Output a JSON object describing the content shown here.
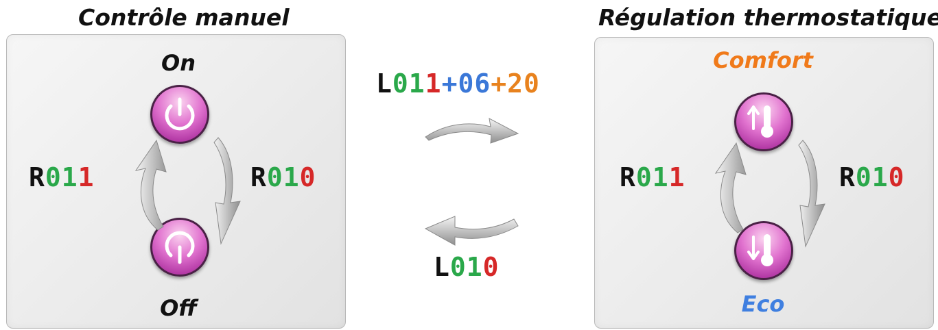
{
  "titles": {
    "left": "Contrôle manuel",
    "right": "Régulation thermostatique"
  },
  "manual": {
    "top_state": "On",
    "bottom_state": "Off",
    "left_code": [
      {
        "t": "R",
        "c": "#111111"
      },
      {
        "t": "0",
        "c": "#2aa84a"
      },
      {
        "t": "1",
        "c": "#2aa84a"
      },
      {
        "t": "1",
        "c": "#d62828"
      }
    ],
    "right_code": [
      {
        "t": "R",
        "c": "#111111"
      },
      {
        "t": "0",
        "c": "#2aa84a"
      },
      {
        "t": "1",
        "c": "#2aa84a"
      },
      {
        "t": "0",
        "c": "#d62828"
      }
    ],
    "top_icon": "power-icon",
    "bottom_icon": "power-off-icon"
  },
  "middle": {
    "top_code": [
      {
        "t": "L",
        "c": "#111111"
      },
      {
        "t": "0",
        "c": "#2aa84a"
      },
      {
        "t": "1",
        "c": "#2aa84a"
      },
      {
        "t": "1",
        "c": "#d62828"
      },
      {
        "t": "+",
        "c": "#3b78d8"
      },
      {
        "t": "0",
        "c": "#3b78d8"
      },
      {
        "t": "6",
        "c": "#3b78d8"
      },
      {
        "t": "+",
        "c": "#e8821e"
      },
      {
        "t": "2",
        "c": "#e8821e"
      },
      {
        "t": "0",
        "c": "#e8821e"
      }
    ],
    "bottom_code": [
      {
        "t": "L",
        "c": "#111111"
      },
      {
        "t": "0",
        "c": "#2aa84a"
      },
      {
        "t": "1",
        "c": "#2aa84a"
      },
      {
        "t": "0",
        "c": "#d62828"
      }
    ]
  },
  "thermostat": {
    "top_state": "Comfort",
    "top_color": "#f07a1a",
    "bottom_state": "Eco",
    "bottom_color": "#3f7fe0",
    "left_code": [
      {
        "t": "R",
        "c": "#111111"
      },
      {
        "t": "0",
        "c": "#2aa84a"
      },
      {
        "t": "1",
        "c": "#2aa84a"
      },
      {
        "t": "1",
        "c": "#d62828"
      }
    ],
    "right_code": [
      {
        "t": "R",
        "c": "#111111"
      },
      {
        "t": "0",
        "c": "#2aa84a"
      },
      {
        "t": "1",
        "c": "#2aa84a"
      },
      {
        "t": "0",
        "c": "#d62828"
      }
    ],
    "top_icon": "thermometer-up-icon",
    "bottom_icon": "thermometer-down-icon"
  }
}
